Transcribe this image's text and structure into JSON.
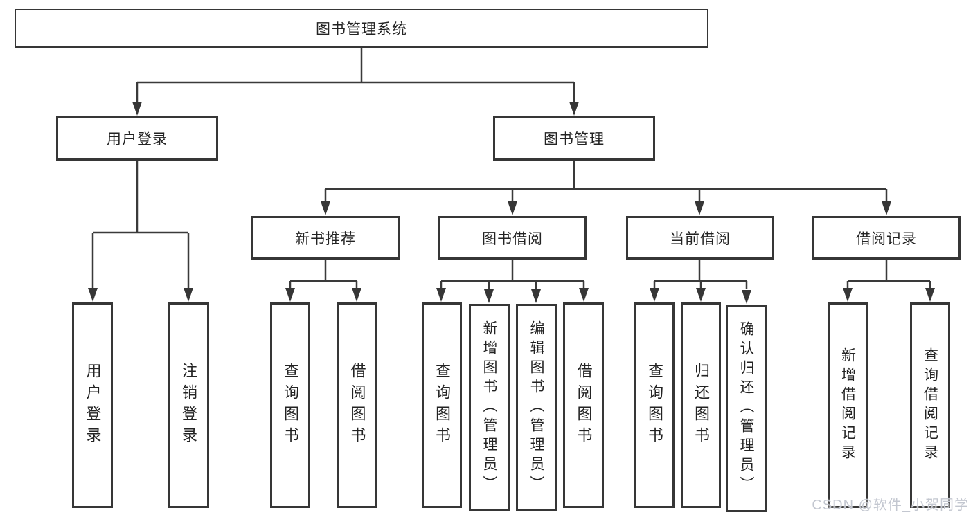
{
  "tree": {
    "label": "图书管理系统",
    "children": [
      {
        "label": "用户登录",
        "children": [
          {
            "label": "用户登录"
          },
          {
            "label": "注销登录"
          }
        ]
      },
      {
        "label": "图书管理",
        "children": [
          {
            "label": "新书推荐",
            "children": [
              {
                "label": "查询图书"
              },
              {
                "label": "借阅图书"
              }
            ]
          },
          {
            "label": "图书借阅",
            "children": [
              {
                "label": "查询图书"
              },
              {
                "label": "新增图书（管理员）"
              },
              {
                "label": "编辑图书（管理员）"
              },
              {
                "label": "借阅图书"
              }
            ]
          },
          {
            "label": "当前借阅",
            "children": [
              {
                "label": "查询图书"
              },
              {
                "label": "归还图书"
              },
              {
                "label": "确认归还（管理员）"
              }
            ]
          },
          {
            "label": "借阅记录",
            "children": [
              {
                "label": "新增借阅记录"
              },
              {
                "label": "查询借阅记录"
              }
            ]
          }
        ]
      }
    ]
  },
  "watermark": {
    "text": "CSDN @软件_小贺同学"
  },
  "colors": {
    "line": "#3a3a3a",
    "box_border": "#363636",
    "text": "#232323",
    "background": "#ffffff",
    "watermark": "#c3c7d0"
  }
}
